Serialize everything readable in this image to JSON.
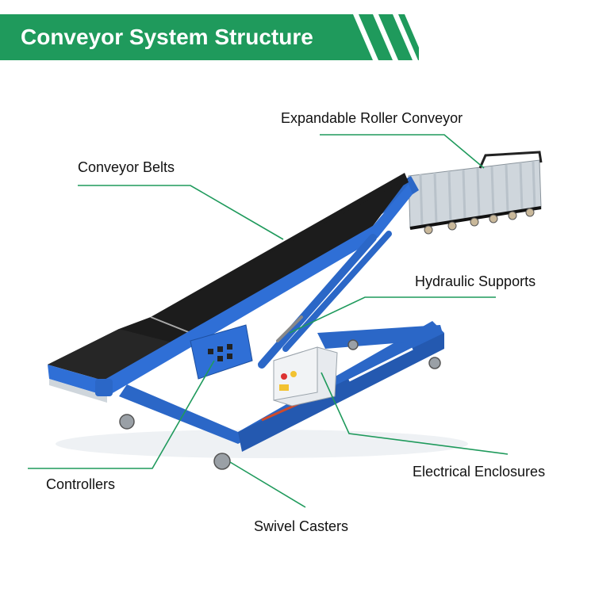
{
  "header": {
    "title": "Conveyor System Structure",
    "accent_color": "#1f9a5c"
  },
  "callouts": [
    {
      "id": "expandable-roller-conveyor",
      "label": "Expandable Roller Conveyor"
    },
    {
      "id": "conveyor-belts",
      "label": "Conveyor Belts"
    },
    {
      "id": "hydraulic-supports",
      "label": "Hydraulic Supports"
    },
    {
      "id": "electrical-enclosures",
      "label": "Electrical Enclosures"
    },
    {
      "id": "controllers",
      "label": "Controllers"
    },
    {
      "id": "swivel-casters",
      "label": "Swivel Casters"
    }
  ],
  "colors": {
    "frame_blue": "#2b67c7",
    "belt_black": "#1c1c1c",
    "leader_green": "#1f9a5c"
  }
}
